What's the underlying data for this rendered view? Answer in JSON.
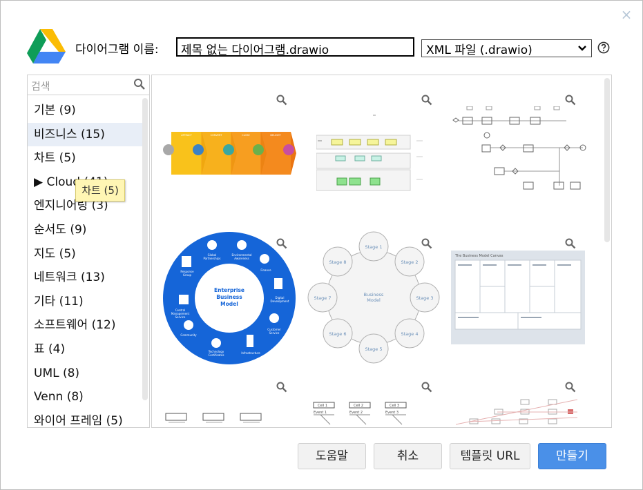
{
  "dialog": {
    "close_symbol": "×",
    "name_label": "다이어그램 이름:",
    "name_value": "제목 없는 다이어그램.drawio",
    "format_value": "XML 파일 (.drawio)",
    "help_icon": "help-circle-icon"
  },
  "sidebar": {
    "search_placeholder": "검색",
    "categories": [
      {
        "label": "기본 (9)"
      },
      {
        "label": "비즈니스 (15)"
      },
      {
        "label": "차트 (5)"
      },
      {
        "label": "▶  Cloud (41)"
      },
      {
        "label": "엔지니어링 (3)"
      },
      {
        "label": "순서도 (9)"
      },
      {
        "label": "지도 (5)"
      },
      {
        "label": "네트워크 (13)"
      },
      {
        "label": "기타 (11)"
      },
      {
        "label": "소프트웨어 (12)"
      },
      {
        "label": "표 (4)"
      },
      {
        "label": "UML (8)"
      },
      {
        "label": "Venn (8)"
      },
      {
        "label": "와이어 프레임 (5)"
      }
    ],
    "selected_index": 1,
    "tooltip": "차트 (5)"
  },
  "templates": {
    "t1": {
      "labels": [
        "ATTRACT",
        "CONVERT",
        "CLOSE",
        "DELIGHT"
      ]
    },
    "t4": {
      "center": "Enterprise Business Model",
      "segments": [
        "Global Partnerships",
        "Environmental Awareness",
        "Finance",
        "Digital Development",
        "Customer Service",
        "Infrastructure",
        "Technology Certificates",
        "Community",
        "Central Management Service",
        "Response Group"
      ]
    },
    "t5": {
      "center": "Business Model",
      "stages": [
        "Stage 1",
        "Stage 2",
        "Stage 3",
        "Stage 4",
        "Stage 5",
        "Stage 6",
        "Stage 7",
        "Stage 8"
      ]
    },
    "t6": {
      "title": "The Business Model Canvas"
    },
    "t8": {
      "events": [
        "Event 1",
        "Event 2",
        "Event 3"
      ],
      "cells": [
        "Cell 1",
        "Cell 2",
        "Cell 3"
      ]
    }
  },
  "buttons": {
    "help": "도움말",
    "cancel": "취소",
    "template_url": "템플릿 URL",
    "create": "만들기"
  },
  "colors": {
    "primary": "#4a90e8",
    "selected_bg": "#e8eef7",
    "tooltip_bg": "#fff6b4",
    "enterprise_blue": "#1a73e8"
  }
}
